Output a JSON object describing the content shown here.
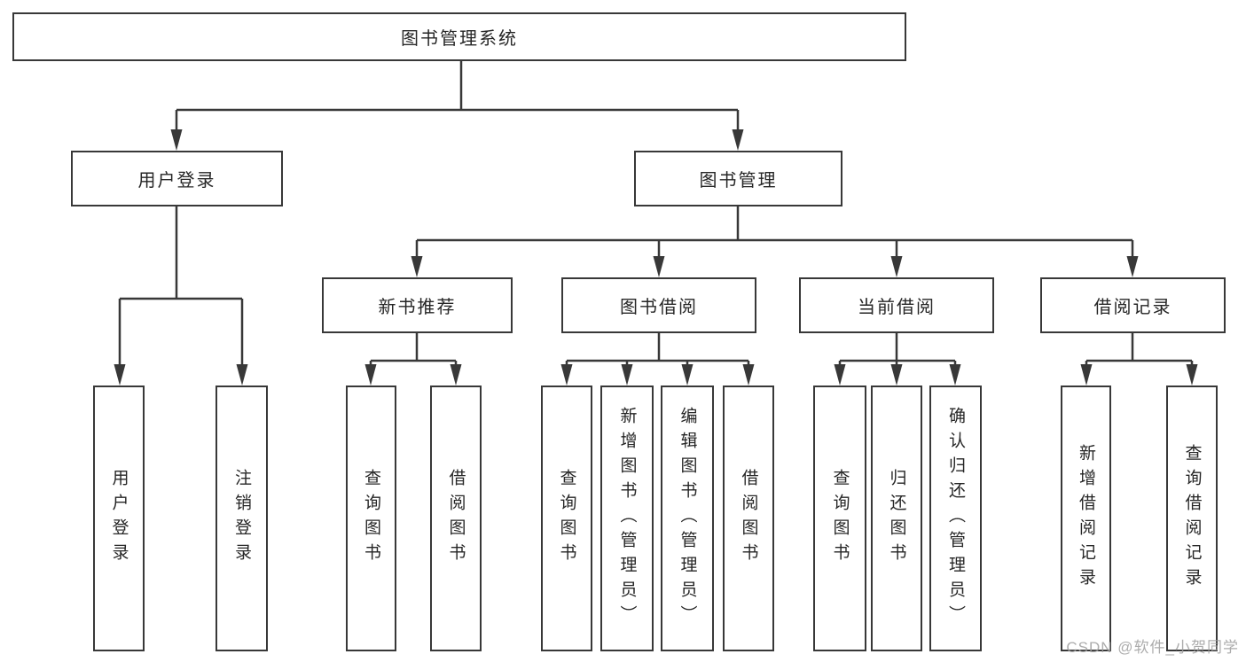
{
  "diagram": {
    "root": {
      "label": "图书管理系统"
    },
    "branches": [
      {
        "label": "用户登录",
        "children": [
          {
            "label": "用户登录"
          },
          {
            "label": "注销登录"
          }
        ]
      },
      {
        "label": "图书管理",
        "children": [
          {
            "label": "新书推荐",
            "children": [
              {
                "label": "查询图书"
              },
              {
                "label": "借阅图书"
              }
            ]
          },
          {
            "label": "图书借阅",
            "children": [
              {
                "label": "查询图书"
              },
              {
                "label": "新增图书（管理员）"
              },
              {
                "label": "编辑图书（管理员）"
              },
              {
                "label": "借阅图书"
              }
            ]
          },
          {
            "label": "当前借阅",
            "children": [
              {
                "label": "查询图书"
              },
              {
                "label": "归还图书"
              },
              {
                "label": "确认归还（管理员）"
              }
            ]
          },
          {
            "label": "借阅记录",
            "children": [
              {
                "label": "新增借阅记录"
              },
              {
                "label": "查询借阅记录"
              }
            ]
          }
        ]
      }
    ]
  },
  "watermark": {
    "text": "CSDN @软件_小贺同学"
  },
  "colors": {
    "background": "#ffffff",
    "line": "#383838",
    "box_border": "#383838",
    "text": "#262626",
    "watermark": "#9e9e9e"
  }
}
